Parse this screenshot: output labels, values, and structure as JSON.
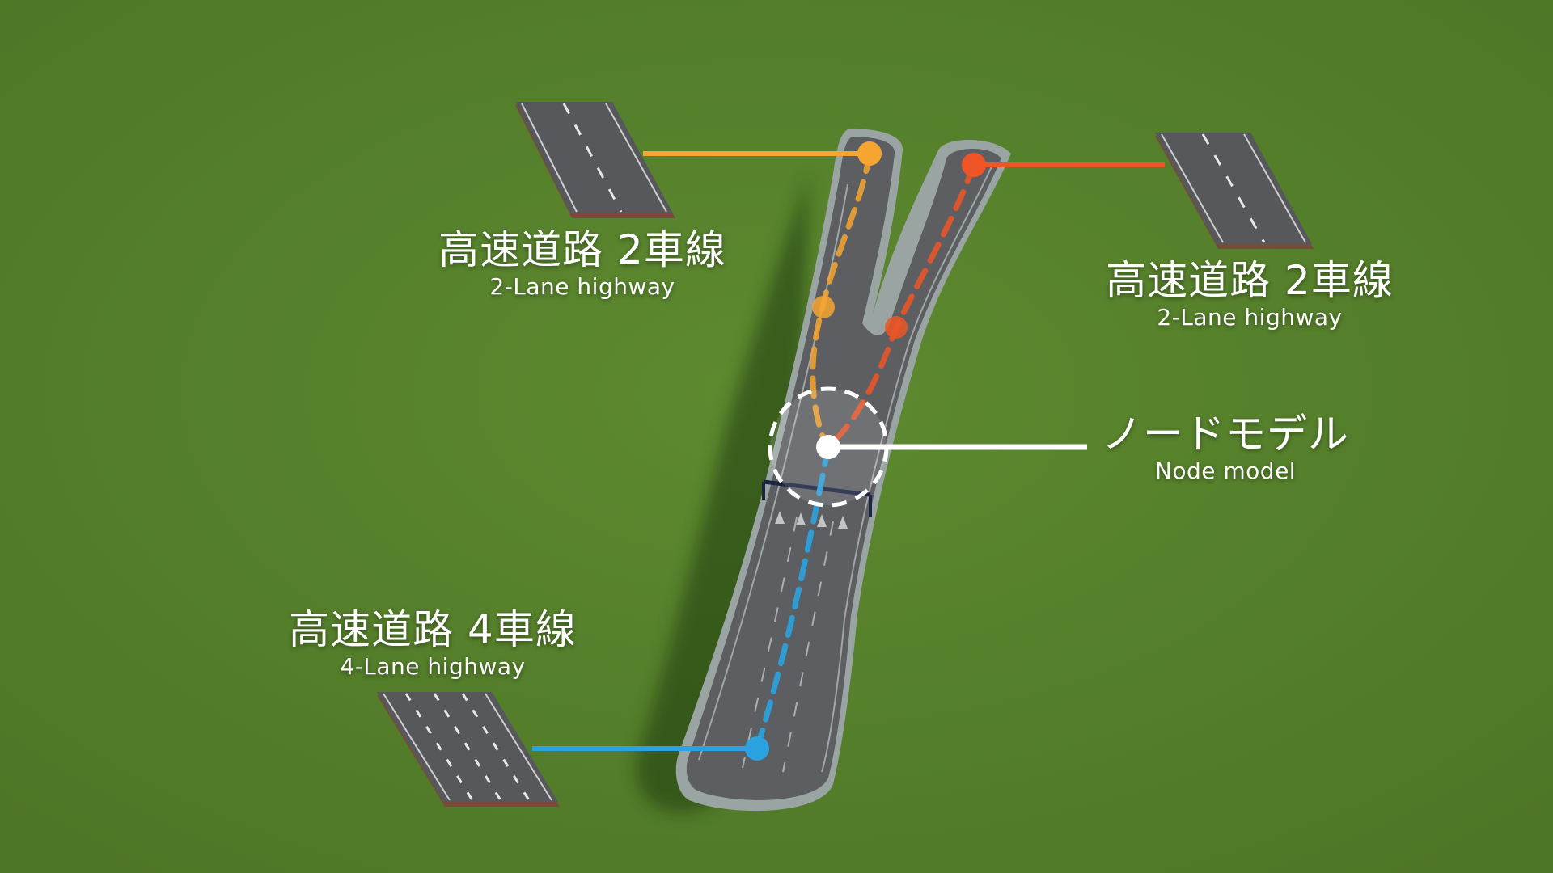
{
  "labels": {
    "top_left": {
      "jp": "高速道路 2車線",
      "en": "2-Lane highway"
    },
    "top_right": {
      "jp": "高速道路 2車線",
      "en": "2-Lane highway"
    },
    "bottom_left": {
      "jp": "高速道路 4車線",
      "en": "4-Lane highway"
    },
    "node": {
      "jp": "ノードモデル",
      "en": "Node model"
    }
  },
  "colors": {
    "grass": "#567f2c",
    "road": "#5a5c60",
    "lane_orange": "#f6a531",
    "lane_red": "#ef5526",
    "lane_blue": "#2aa3e0",
    "node_marker": "#ffffff"
  },
  "icons": {
    "node_marker": "dashed-circle-icon"
  }
}
